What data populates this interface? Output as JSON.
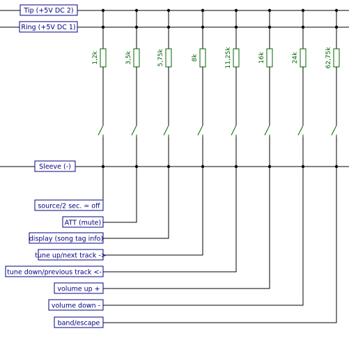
{
  "rails": {
    "tip": "Tip (+5V DC 2)",
    "ring": "Ring (+5V DC 1)",
    "sleeve": "Sleeve (-)"
  },
  "resistors": [
    "1,2k",
    "3,5k",
    "5,75k",
    "8k",
    "11,25k",
    "16k",
    "24k",
    "62,75k"
  ],
  "functions": [
    "source/2 sec. = off",
    "ATT (mute)",
    "display (song tag info)",
    "tune up/next track ->",
    "tune down/previous track <-",
    "volume up +",
    "volume down -",
    "band/escape"
  ],
  "colors": {
    "wire": "#000000",
    "junction": "#000000",
    "label_border": "#000080",
    "label_text": "#000080",
    "resistor": "#006400",
    "resistor_text": "#006400"
  }
}
